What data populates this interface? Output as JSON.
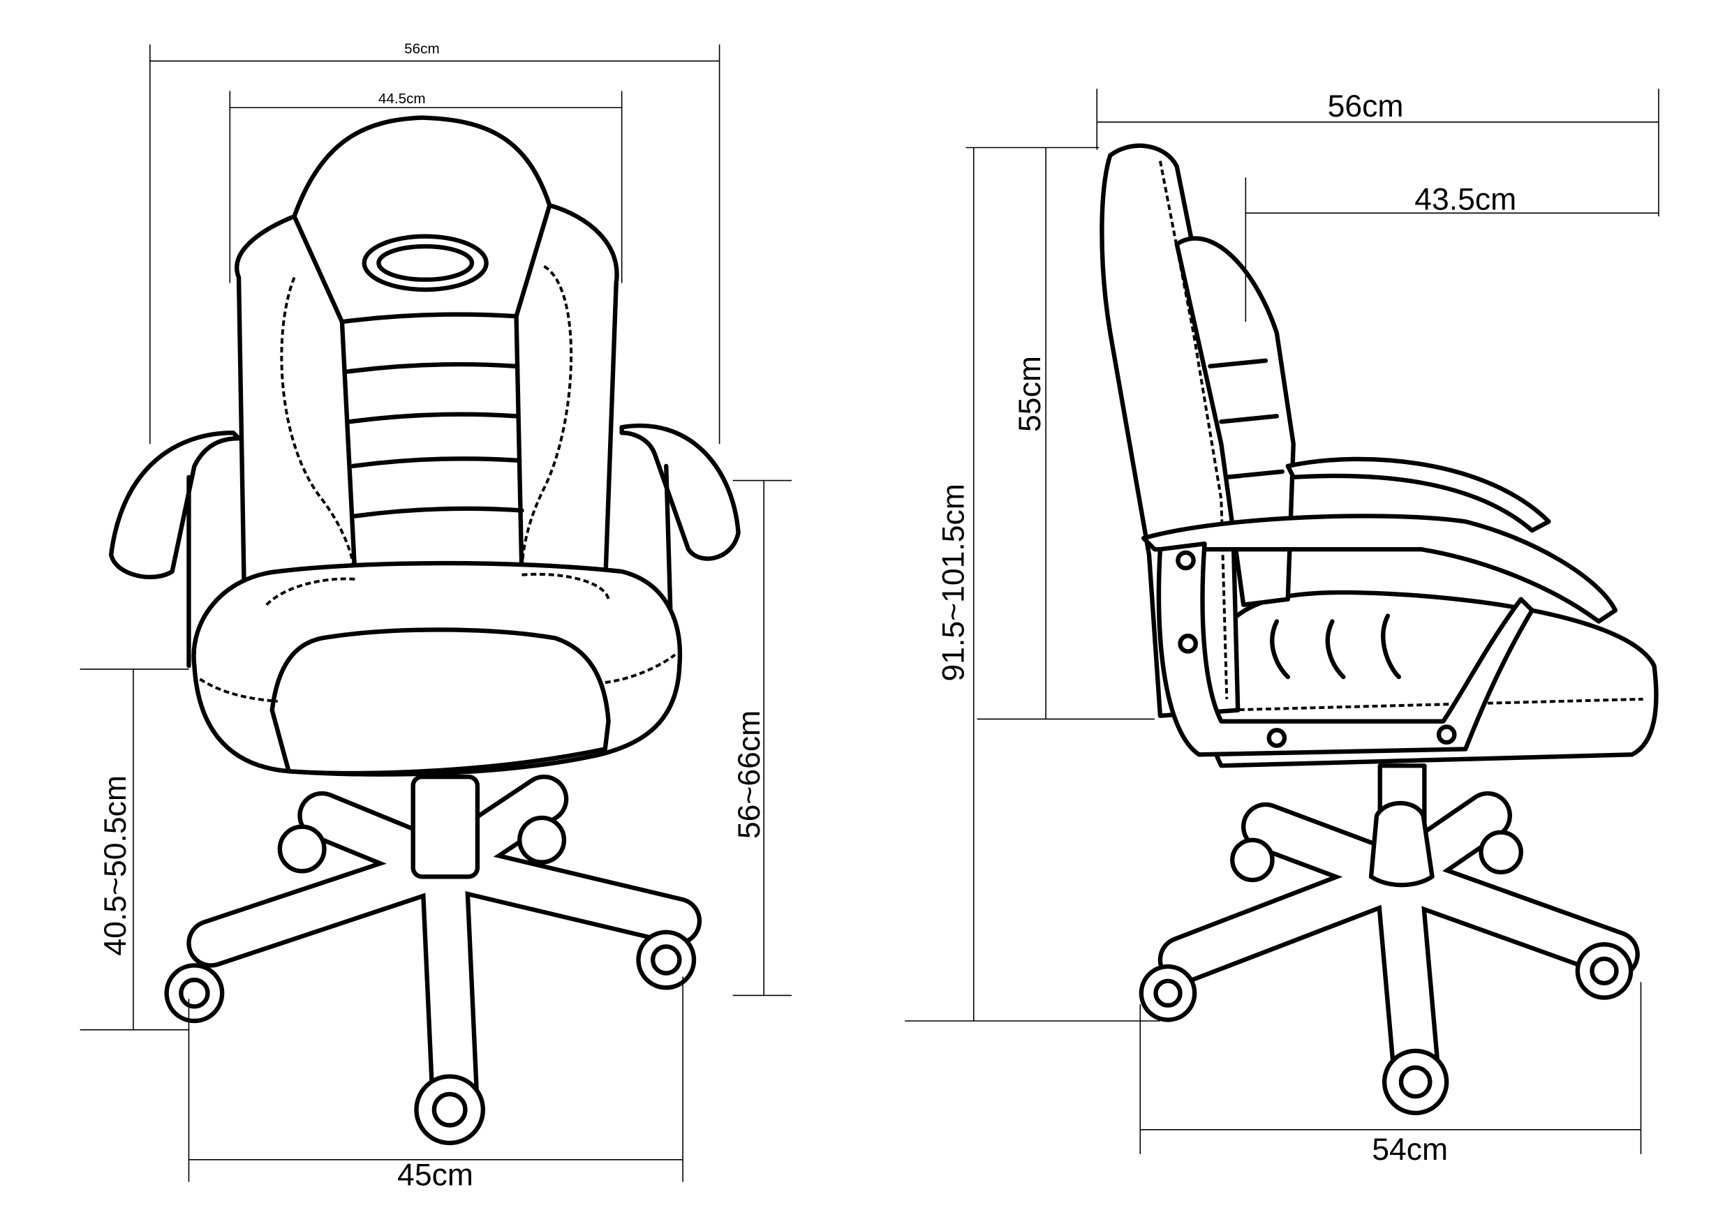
{
  "front_view": {
    "overall_width": "56cm",
    "backrest_width": "44.5cm",
    "base_width": "45cm",
    "seat_height": "40.5~50.5cm",
    "armrest_height": "56~66cm"
  },
  "side_view": {
    "overall_width": "56cm",
    "seat_depth": "43.5cm",
    "backrest_height": "55cm",
    "total_height": "91.5~101.5cm",
    "base_depth": "54cm"
  }
}
